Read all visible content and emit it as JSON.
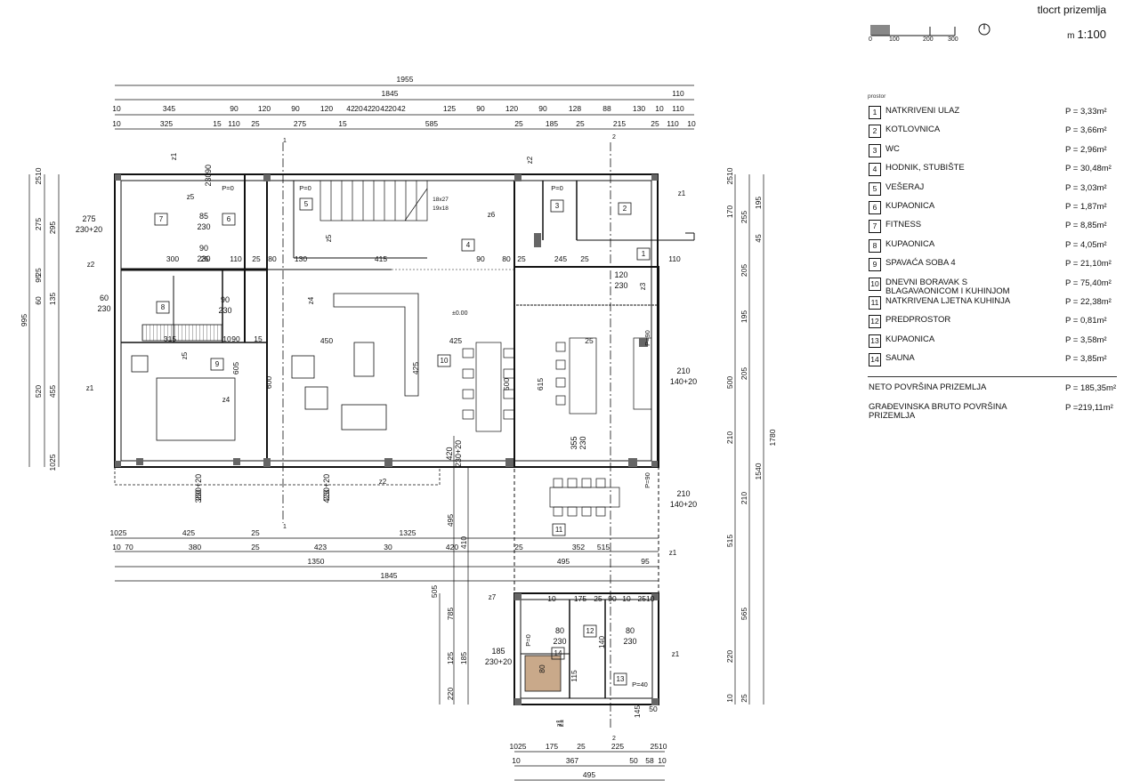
{
  "header": {
    "title": "tlocrt prizemlja",
    "scale_ratio": "1:100",
    "scale_unit": "m",
    "scale_ticks": [
      "0",
      "100",
      "200",
      "300"
    ]
  },
  "legend": {
    "caption": "prostor",
    "rooms": [
      {
        "num": "1",
        "name": "NATKRIVENI ULAZ",
        "area": "P = 3,33m²"
      },
      {
        "num": "2",
        "name": "KOTLOVNICA",
        "area": "P = 3,66m²"
      },
      {
        "num": "3",
        "name": "WC",
        "area": "P = 2,96m²"
      },
      {
        "num": "4",
        "name": "HODNIK, STUBIŠTE",
        "area": "P = 30,48m²"
      },
      {
        "num": "5",
        "name": "VEŠERAJ",
        "area": "P = 3,03m²"
      },
      {
        "num": "6",
        "name": "KUPAONICA",
        "area": "P = 1,87m²"
      },
      {
        "num": "7",
        "name": "FITNESS",
        "area": "P = 8,85m²"
      },
      {
        "num": "8",
        "name": "KUPAONICA",
        "area": "P = 4,05m²"
      },
      {
        "num": "9",
        "name": "SPAVAĆA SOBA 4",
        "area": "P = 21,10m²"
      },
      {
        "num": "10",
        "name": "DNEVNI BORAVAK S BLAGAVAONICOM I KUHINJOM",
        "area": "P = 75,40m²"
      },
      {
        "num": "11",
        "name": "NATKRIVENA LJETNA KUHINJA",
        "area": "P = 22,38m²"
      },
      {
        "num": "12",
        "name": "PREDPROSTOR",
        "area": "P = 0,81m²"
      },
      {
        "num": "13",
        "name": "KUPAONICA",
        "area": "P = 3,58m²"
      },
      {
        "num": "14",
        "name": "SAUNA",
        "area": "P = 3,85m²"
      }
    ],
    "totals": [
      {
        "name": "NETO POVRŠINA PRIZEMLJA",
        "area": "P = 185,35m²"
      },
      {
        "name": "GRAĐEVINSKA BRUTO POVRŠINA PRIZEMLJA",
        "area": "P =219,11m²"
      }
    ]
  },
  "plan": {
    "level_mark": "±0.00",
    "section_marks": [
      "1",
      "1",
      "2",
      "2"
    ],
    "room_numbers": [
      "1",
      "2",
      "3",
      "4",
      "5",
      "6",
      "7",
      "8",
      "9",
      "10",
      "11",
      "12",
      "13",
      "14"
    ],
    "wall_tags": [
      "z1",
      "z1",
      "z1",
      "z1",
      "z1",
      "z1",
      "z1",
      "z2",
      "z2",
      "z2",
      "z3",
      "z4",
      "z4",
      "z5",
      "z5",
      "z5",
      "z6",
      "z7"
    ],
    "door_labels": [
      "275",
      "230+20",
      "85",
      "230",
      "90",
      "230",
      "60",
      "230",
      "90",
      "230",
      "90",
      "230",
      "120",
      "230",
      "185",
      "230+20",
      "80",
      "230",
      "80",
      "230",
      "210",
      "140+20",
      "210",
      "140+20",
      "380",
      "230+20",
      "423",
      "230+20",
      "420",
      "230+20",
      "355",
      "230"
    ],
    "heights": [
      "P=0",
      "P=0",
      "P=0",
      "P=90",
      "P=90",
      "P=0",
      "P=40"
    ],
    "stair_note": [
      "18x27",
      "19x18"
    ],
    "dims_top": [
      {
        "row": 0,
        "labels": [
          "1955"
        ]
      },
      {
        "row": 1,
        "labels": [
          "1845",
          "110"
        ]
      },
      {
        "row": 2,
        "labels": [
          "10",
          "345",
          "90",
          "120",
          "90",
          "120",
          "42",
          "20",
          "42",
          "20",
          "42",
          "20",
          "42",
          "125",
          "90",
          "120",
          "90",
          "128",
          "88",
          "130",
          "10",
          "110"
        ]
      },
      {
        "row": 3,
        "labels": [
          "10",
          "325",
          "15",
          "110",
          "25",
          "275",
          "15",
          "585",
          "25",
          "185",
          "25",
          "215",
          "25",
          "110",
          "10"
        ]
      }
    ],
    "dims_bottom": [
      {
        "row": 0,
        "labels": [
          "1025",
          "425",
          "25",
          "1325"
        ]
      },
      {
        "row": 1,
        "labels": [
          "10",
          "70",
          "380",
          "25",
          "423",
          "30",
          "420",
          "25",
          "352",
          "515"
        ]
      },
      {
        "row": 2,
        "labels": [
          "1350",
          "495",
          "95"
        ]
      },
      {
        "row": 3,
        "labels": [
          "1845"
        ]
      }
    ],
    "dims_left": [
      "995",
      "2510",
      "275",
      "295",
      "25",
      "95",
      "135",
      "60",
      "520",
      "455",
      "1025"
    ],
    "dims_right": [
      "2510",
      "170",
      "195",
      "255",
      "45",
      "205",
      "195",
      "500",
      "205",
      "210",
      "1540",
      "1780",
      "515",
      "210",
      "565",
      "220",
      "10",
      "25"
    ],
    "dims_annex_bottom": [
      {
        "row": 0,
        "labels": [
          "1025",
          "175",
          "25",
          "225",
          "2510"
        ]
      },
      {
        "row": 1,
        "labels": [
          "10",
          "367",
          "50",
          "58",
          "10"
        ]
      },
      {
        "row": 2,
        "labels": [
          "495"
        ]
      }
    ],
    "dims_inner": [
      "300",
      "25",
      "110",
      "25",
      "80",
      "130",
      "415",
      "90",
      "80",
      "25",
      "245",
      "25",
      "110",
      "315",
      "10",
      "90",
      "15",
      "450",
      "425",
      "25",
      "425",
      "600",
      "605",
      "615",
      "500",
      "495",
      "410",
      "505",
      "785",
      "125",
      "185",
      "220",
      "145",
      "50",
      "80",
      "140",
      "115",
      "10",
      "175",
      "25",
      "90",
      "10",
      "2510"
    ]
  }
}
